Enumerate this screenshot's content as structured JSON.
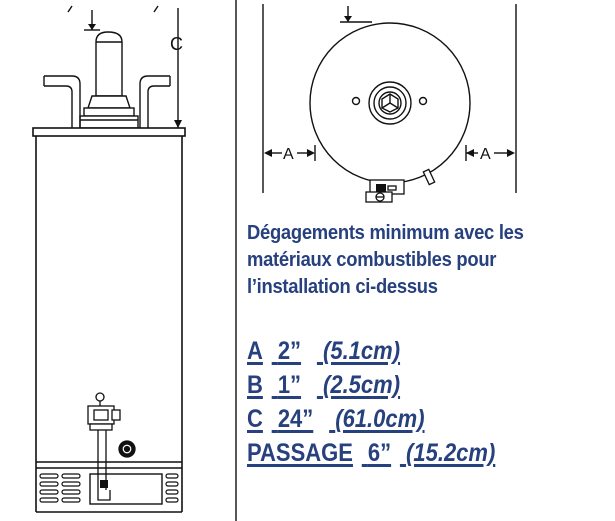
{
  "labels": {
    "dim_c": "C",
    "dim_a_left": "A",
    "dim_a_right": "A"
  },
  "caption": {
    "line1": "Dégagements minimum avec les",
    "line2": "matériaux combustibles pour",
    "line3": "l’installation ci-dessus"
  },
  "specs": [
    {
      "letter": "A",
      "inch": "2”",
      "cm": "(5.1cm)"
    },
    {
      "letter": "B",
      "inch": "1”",
      "cm": "(2.5cm)"
    },
    {
      "letter": "C",
      "inch": "24”",
      "cm": "(61.0cm)"
    },
    {
      "letter": "PASSAGE",
      "inch": "6”",
      "cm": "(15.2cm)"
    }
  ],
  "colors": {
    "text": "#27407e",
    "line": "#111111"
  }
}
